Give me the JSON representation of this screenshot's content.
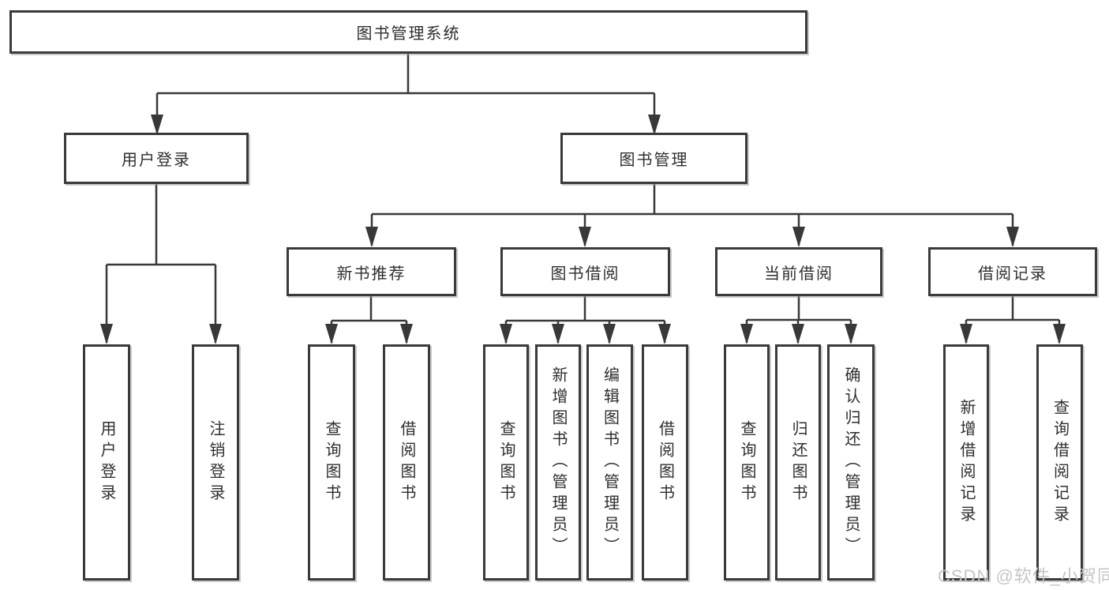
{
  "diagram": {
    "type": "hierarchy-flowchart",
    "title": "图书管理系统"
  },
  "nodes": {
    "root": {
      "label": "图书管理系统"
    },
    "level2": [
      {
        "label": "用户登录"
      },
      {
        "label": "图书管理"
      }
    ],
    "level3": [
      {
        "label": "新书推荐"
      },
      {
        "label": "图书借阅"
      },
      {
        "label": "当前借阅"
      },
      {
        "label": "借阅记录"
      }
    ],
    "leaves": {
      "user_login": [
        {
          "label": "用户登录"
        },
        {
          "label": "注销登录"
        }
      ],
      "new_book": [
        {
          "label": "查询图书"
        },
        {
          "label": "借阅图书"
        }
      ],
      "borrow": [
        {
          "label": "查询图书"
        },
        {
          "label": "新增图书（管理员）"
        },
        {
          "label": "编辑图书（管理员）"
        },
        {
          "label": "借阅图书"
        }
      ],
      "current": [
        {
          "label": "查询图书"
        },
        {
          "label": "归还图书"
        },
        {
          "label": "确认归还（管理员）"
        }
      ],
      "records": [
        {
          "label": "新增借阅记录"
        },
        {
          "label": "查询借阅记录"
        }
      ]
    }
  },
  "watermark": {
    "text": "CSDN @软件_小贺同学",
    "color": "#c6c6c6"
  },
  "colors": {
    "line": "#383838",
    "box_border": "#3a3a3a",
    "box_fill": "#ffffff",
    "text": "#2e2e2e",
    "background": "#ffffff"
  }
}
